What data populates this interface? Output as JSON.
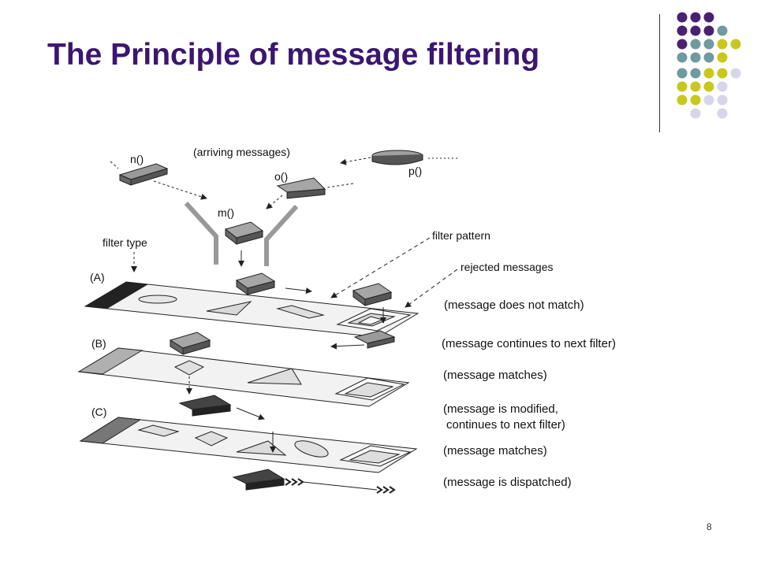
{
  "slide": {
    "title": "The Principle of message filtering",
    "page_number": "8"
  },
  "decoration": {
    "dot_colors": {
      "purple": "#4a2170",
      "teal": "#6f9aa0",
      "olive": "#c8c81c",
      "lavender": "#d6d6e8"
    }
  },
  "diagram": {
    "labels": {
      "arriving_messages": "(arriving messages)",
      "msg_n": "n()",
      "msg_o": "o()",
      "msg_p": "p()",
      "msg_m": "m()",
      "filter_type": "filter type",
      "filter_pattern": "filter pattern",
      "rejected_messages": "rejected messages",
      "layer_a": "(A)",
      "layer_b": "(B)",
      "layer_c": "(C)"
    },
    "descriptions": {
      "a_no_match": "(message does not match)",
      "a_continues": "(message continues to next filter)",
      "b_matches": "(message matches)",
      "c_modified_1": "(message is modified,",
      "c_modified_2": "continues to next filter)",
      "c_matches": "(message matches)",
      "c_dispatched": "(message is dispatched)"
    }
  }
}
